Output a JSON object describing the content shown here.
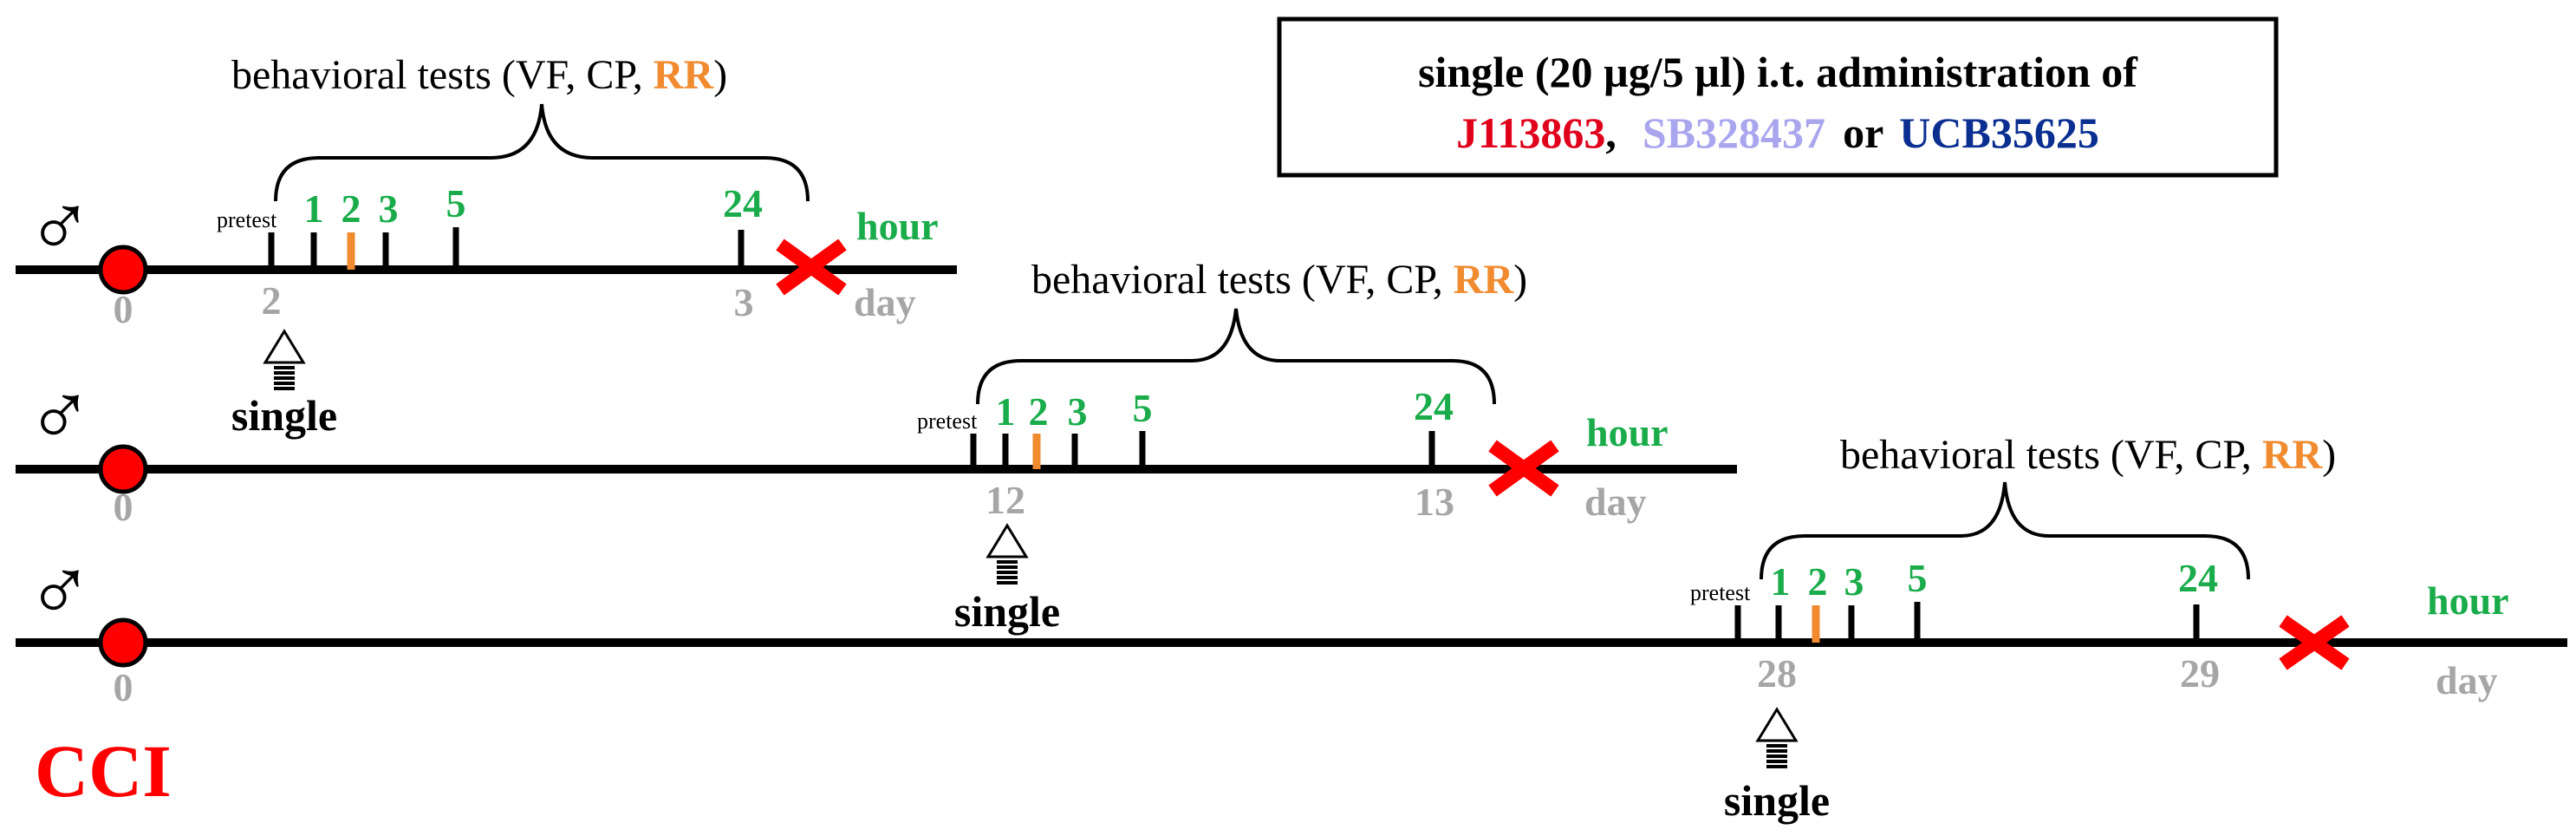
{
  "colors": {
    "black": "#000000",
    "green": "#1aac4b",
    "orange": "#f08b2f",
    "gray": "#a6a6a6",
    "red": "#ff0000",
    "j113863": "#e0001b",
    "sb328437": "#a9a6ee",
    "ucb35625": "#0a2f91"
  },
  "legend": {
    "line1": "single (20 µg/5 µl) i.t. administration of",
    "drug1": "J113863",
    "sep1": ",",
    "drug2": "SB328437",
    "or": "or",
    "drug3": "UCB35625"
  },
  "behavioral": {
    "prefix": "behavioral tests (VF, CP,",
    "rr": "RR",
    "suffix": ")"
  },
  "labels": {
    "pretest": "pretest",
    "hour": "hour",
    "day": "day",
    "single": "single",
    "cci": "CCI",
    "male_symbol": "♂",
    "day0": "0"
  },
  "hours": [
    "1",
    "2",
    "3",
    "5",
    "24"
  ],
  "timelines": [
    {
      "start_day": "2",
      "end_day": "3"
    },
    {
      "start_day": "12",
      "end_day": "13"
    },
    {
      "start_day": "28",
      "end_day": "29"
    }
  ]
}
